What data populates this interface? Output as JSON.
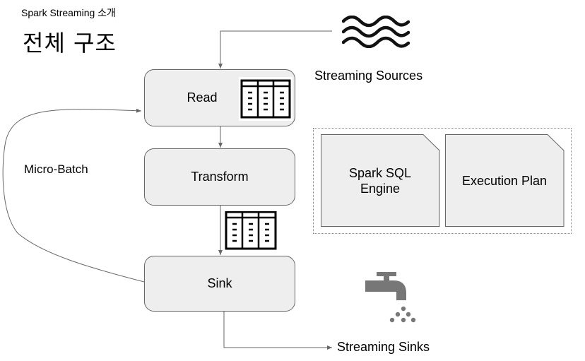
{
  "header": {
    "subtitle": "Spark Streaming 소개",
    "title": "전체 구조"
  },
  "pipeline": {
    "steps": [
      {
        "label": "Read"
      },
      {
        "label": "Transform"
      },
      {
        "label": "Sink"
      }
    ],
    "loop_label": "Micro-Batch"
  },
  "sources": {
    "label": "Streaming Sources",
    "icon": "waves-icon"
  },
  "sinks": {
    "label": "Streaming Sinks",
    "icon": "faucet-icon"
  },
  "engine_group": {
    "cards": [
      {
        "line1": "Spark SQL",
        "line2": "Engine"
      },
      {
        "line1": "Execution Plan",
        "line2": ""
      }
    ]
  },
  "colors": {
    "box_fill": "#eeeeee",
    "box_border": "#666666",
    "icon_gray": "#777777",
    "line": "#666666"
  }
}
